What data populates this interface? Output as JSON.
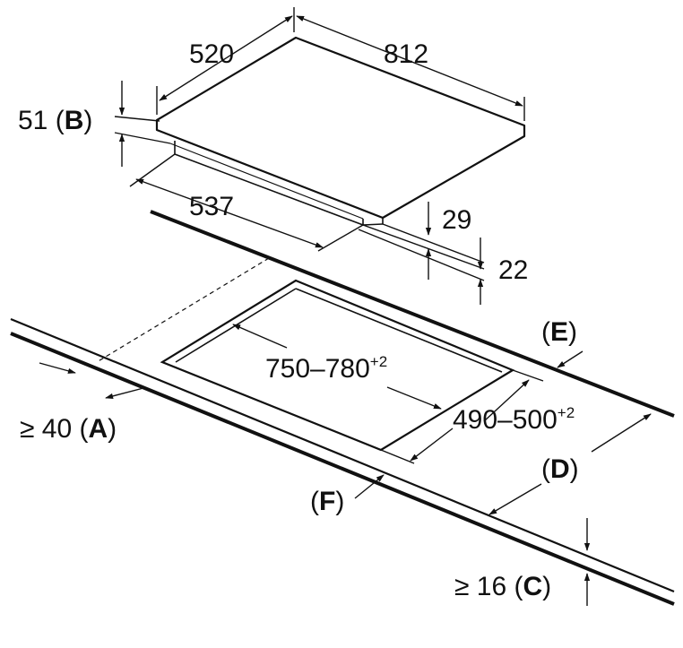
{
  "dimensions": {
    "hob_depth": "520",
    "hob_width": "812",
    "hob_height_value": "51",
    "hob_height_letter": "B",
    "hob_base_width": "537",
    "base_step_1": "29",
    "base_step_2": "22",
    "cutout_width_range": "750–780",
    "cutout_width_tolerance": "+2",
    "cutout_depth_range": "490–500",
    "cutout_depth_tolerance": "+2",
    "front_clearance_prefix": "≥ 40",
    "front_clearance_letter": "A",
    "worktop_thickness_prefix": "≥ 16",
    "worktop_thickness_letter": "C",
    "label_D": "D",
    "label_E": "E",
    "label_F": "F"
  },
  "colors": {
    "line": "#111111",
    "background": "#ffffff"
  }
}
